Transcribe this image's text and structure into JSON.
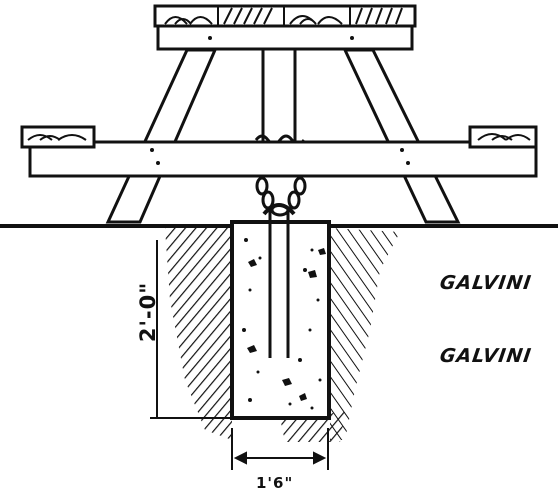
{
  "labels": {
    "callout_1": "GALVINI",
    "callout_2": "GALVINI",
    "depth_dimension": "2'-0\"",
    "width_dimension": "1'6\""
  },
  "colors": {
    "ink": "#111111",
    "paper": "#ffffff"
  }
}
